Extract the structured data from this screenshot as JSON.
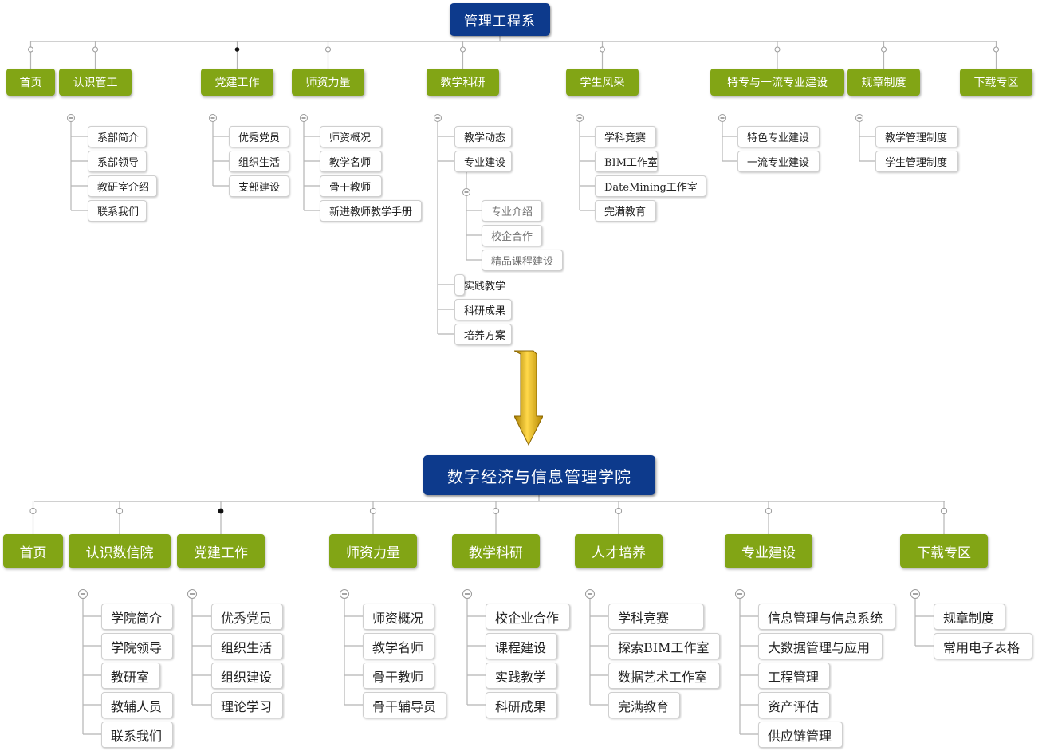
{
  "before": {
    "root": "管理工程系",
    "branches": [
      {
        "label": "首页",
        "children": []
      },
      {
        "label": "认识管工",
        "children": [
          {
            "label": "系部简介"
          },
          {
            "label": "系部领导"
          },
          {
            "label": "教研室介绍"
          },
          {
            "label": "联系我们"
          }
        ]
      },
      {
        "label": "党建工作",
        "children": [
          {
            "label": "优秀党员"
          },
          {
            "label": "组织生活"
          },
          {
            "label": "支部建设"
          }
        ]
      },
      {
        "label": "师资力量",
        "children": [
          {
            "label": "师资概况"
          },
          {
            "label": "教学名师"
          },
          {
            "label": "骨干教师"
          },
          {
            "label": "新进教师教学手册"
          }
        ]
      },
      {
        "label": "教学科研",
        "children": [
          {
            "label": "教学动态"
          },
          {
            "label": "专业建设",
            "children": [
              {
                "label": "专业介绍"
              },
              {
                "label": "校企合作"
              },
              {
                "label": "精品课程建设"
              }
            ]
          },
          {
            "label": "实践教学"
          },
          {
            "label": "科研成果"
          },
          {
            "label": "培养方案"
          }
        ]
      },
      {
        "label": "学生风采",
        "children": [
          {
            "label": "学科竞赛"
          },
          {
            "label": "BIM工作室"
          },
          {
            "label": "DateMining工作室"
          },
          {
            "label": "完满教育"
          }
        ]
      },
      {
        "label": "特专与一流专业建设",
        "children": [
          {
            "label": "特色专业建设"
          },
          {
            "label": "一流专业建设"
          }
        ]
      },
      {
        "label": "规章制度",
        "children": [
          {
            "label": "教学管理制度"
          },
          {
            "label": "学生管理制度"
          }
        ]
      },
      {
        "label": "下载专区",
        "children": []
      }
    ]
  },
  "after": {
    "root": "数字经济与信息管理学院",
    "branches": [
      {
        "label": "首页",
        "children": []
      },
      {
        "label": "认识数信院",
        "children": [
          {
            "label": "学院简介"
          },
          {
            "label": "学院领导"
          },
          {
            "label": "教研室"
          },
          {
            "label": "教辅人员"
          },
          {
            "label": "联系我们"
          }
        ]
      },
      {
        "label": "党建工作",
        "children": [
          {
            "label": "优秀党员"
          },
          {
            "label": "组织生活"
          },
          {
            "label": "组织建设"
          },
          {
            "label": "理论学习"
          }
        ]
      },
      {
        "label": "师资力量",
        "children": [
          {
            "label": "师资概况"
          },
          {
            "label": "教学名师"
          },
          {
            "label": "骨干教师"
          },
          {
            "label": "骨干辅导员"
          }
        ]
      },
      {
        "label": "教学科研",
        "children": [
          {
            "label": "校企业合作"
          },
          {
            "label": "课程建设"
          },
          {
            "label": "实践教学"
          },
          {
            "label": "科研成果"
          }
        ]
      },
      {
        "label": "人才培养",
        "children": [
          {
            "label": "学科竞赛"
          },
          {
            "label": "探索BIM工作室"
          },
          {
            "label": "数据艺术工作室"
          },
          {
            "label": "完满教育"
          }
        ]
      },
      {
        "label": "专业建设",
        "children": [
          {
            "label": "信息管理与信息系统"
          },
          {
            "label": "大数据管理与应用"
          },
          {
            "label": "工程管理"
          },
          {
            "label": "资产评估"
          },
          {
            "label": "供应链管理"
          }
        ]
      },
      {
        "label": "下载专区",
        "children": [
          {
            "label": "规章制度"
          },
          {
            "label": "常用电子表格"
          }
        ]
      }
    ]
  },
  "colors": {
    "root": "#0d3a8c",
    "branch": "#82a515",
    "arrow": "#e0b500",
    "line": "#b5b5b5"
  },
  "arrow_icon": "down-arrow-icon"
}
